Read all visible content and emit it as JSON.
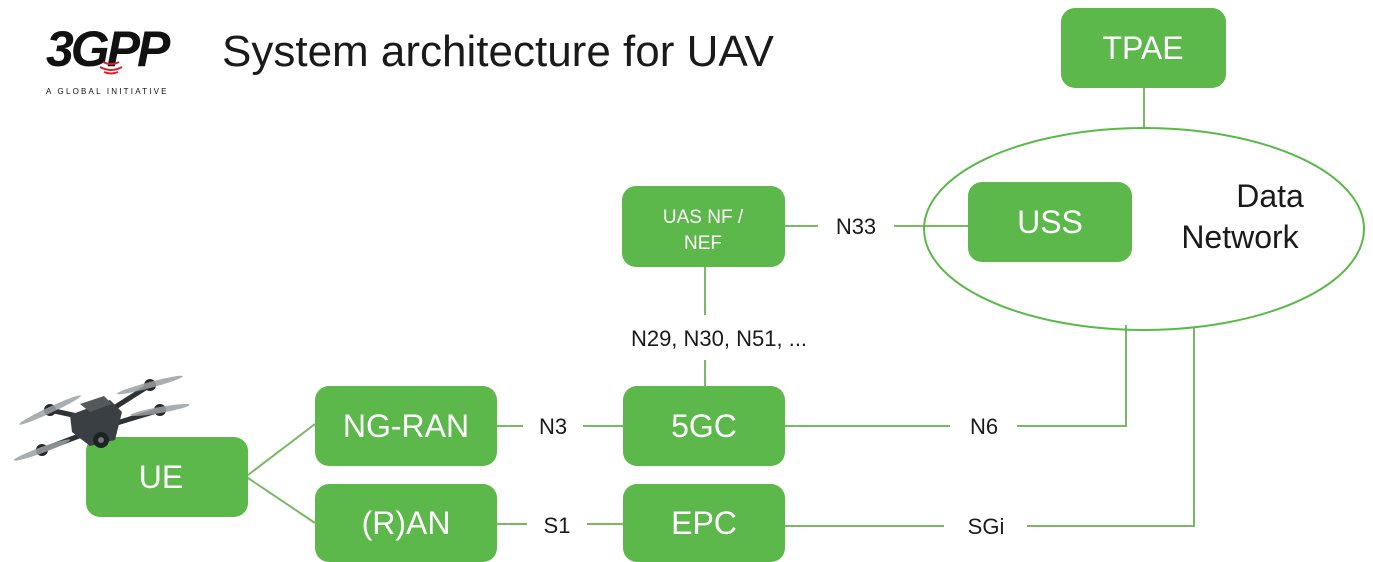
{
  "title": "System architecture for UAV",
  "logo": {
    "mark": "3GPP",
    "tagline": "A GLOBAL INITIATIVE"
  },
  "nodes": {
    "tpae": "TPAE",
    "uas_nf_line1": "UAS NF /",
    "uas_nf_line2": "NEF",
    "uss": "USS",
    "data_network_line1": "Data",
    "data_network_line2": "Network",
    "ng_ran": "NG-RAN",
    "ran": "(R)AN",
    "core_5gc": "5GC",
    "epc": "EPC",
    "ue": "UE"
  },
  "interfaces": {
    "n33": "N33",
    "n29": "N29, N30, N51, ...",
    "n3": "N3",
    "s1": "S1",
    "n6": "N6",
    "sgi": "SGi"
  },
  "drone_image": "drone-icon",
  "colors": {
    "node_fill": "#5cb84a",
    "node_text": "#ffffff",
    "line": "#7ab866",
    "text": "#1a1a1a"
  }
}
